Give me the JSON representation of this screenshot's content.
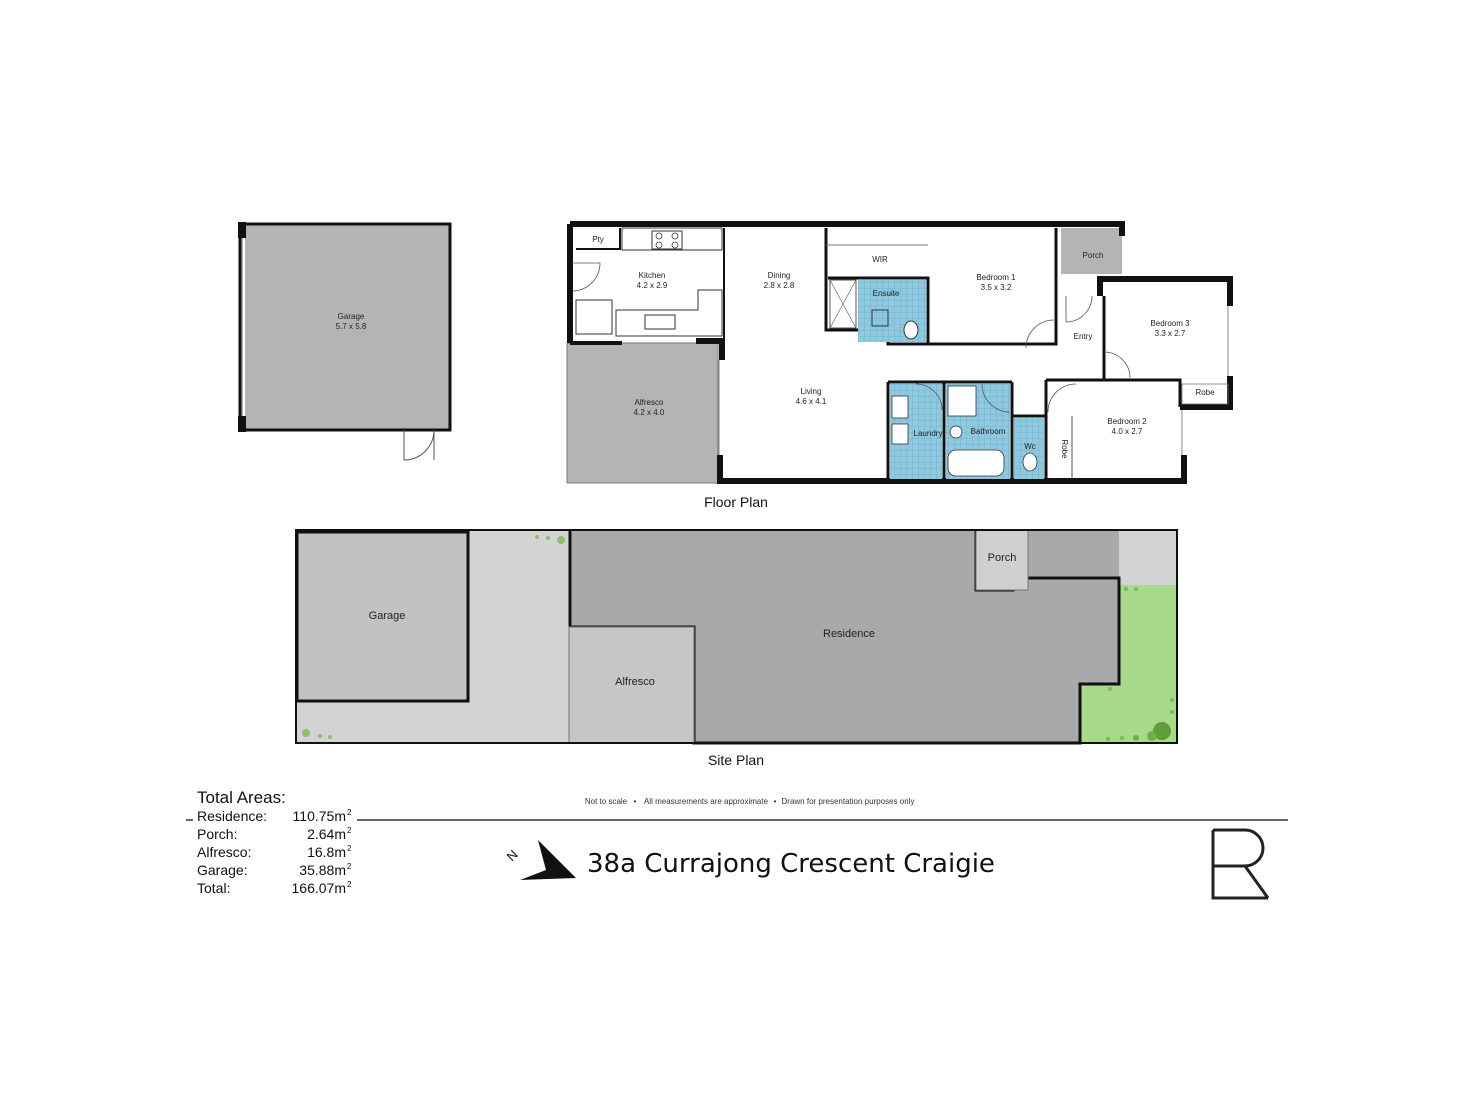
{
  "floor_plan": {
    "caption": "Floor Plan",
    "rooms": [
      {
        "id": "garage",
        "name": "Garage",
        "dims": "5.7 x 5.8"
      },
      {
        "id": "pantry",
        "name": "Pty"
      },
      {
        "id": "kitchen",
        "name": "Kitchen",
        "dims": "4.2 x 2.9"
      },
      {
        "id": "dining",
        "name": "Dining",
        "dims": "2.8 x 2.8"
      },
      {
        "id": "wir",
        "name": "WIR"
      },
      {
        "id": "ensuite",
        "name": "Ensuite"
      },
      {
        "id": "bedroom1",
        "name": "Bedroom 1",
        "dims": "3.5 x 3.2"
      },
      {
        "id": "porch",
        "name": "Porch"
      },
      {
        "id": "entry",
        "name": "Entry"
      },
      {
        "id": "bedroom3",
        "name": "Bedroom 3",
        "dims": "3.3 x 2.7"
      },
      {
        "id": "robe1",
        "name": "Robe"
      },
      {
        "id": "alfresco",
        "name": "Alfresco",
        "dims": "4.2 x 4.0"
      },
      {
        "id": "living",
        "name": "Living",
        "dims": "4.6 x 4.1"
      },
      {
        "id": "laundry",
        "name": "Laundry"
      },
      {
        "id": "bathroom",
        "name": "Bathroom"
      },
      {
        "id": "wc",
        "name": "Wc"
      },
      {
        "id": "robe2",
        "name": "Robe"
      },
      {
        "id": "bedroom2",
        "name": "Bedroom 2",
        "dims": "4.0 x 2.7"
      }
    ]
  },
  "site_plan": {
    "caption": "Site Plan",
    "labels": {
      "garage": "Garage",
      "residence": "Residence",
      "alfresco": "Alfresco",
      "porch": "Porch"
    }
  },
  "total_areas": {
    "title": "Total Areas:",
    "rows": [
      {
        "label": "Residence:",
        "value": "110.75m",
        "sup": "2"
      },
      {
        "label": "Porch:",
        "value": "2.64m",
        "sup": "2"
      },
      {
        "label": "Alfresco:",
        "value": "16.8m",
        "sup": "2"
      },
      {
        "label": "Garage:",
        "value": "35.88m",
        "sup": "2"
      },
      {
        "label": "Total:",
        "value": "166.07m",
        "sup": "2"
      }
    ]
  },
  "disclaimer": [
    "Not to scale",
    "All measurements are approximate",
    "Drawn for presentation purposes only"
  ],
  "address": "38a Currajong Crescent Craigie",
  "north_label": "N",
  "colors": {
    "wall": "#111111",
    "room_grey": "#b4b4b4",
    "residence_grey": "#a9a9aa",
    "site_light": "#d3d3d3",
    "wet_tile": "#8fc9e0",
    "lawn": "#a8d88a",
    "shrub": "#5e9c3d"
  }
}
